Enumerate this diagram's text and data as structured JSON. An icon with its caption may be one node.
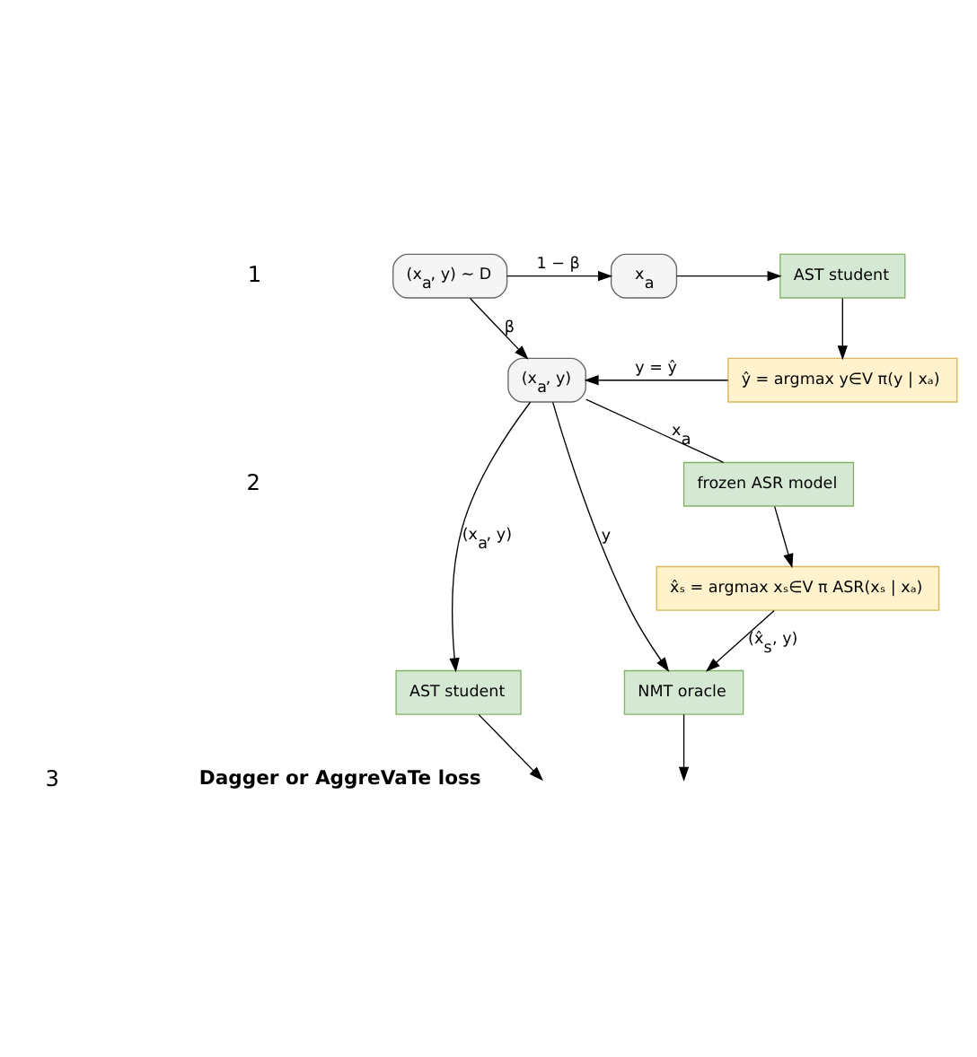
{
  "diagram": {
    "nodes": [
      {
        "text": [
          "(x$_{a}$, y) ∼ D"
        ]
      },
      {
        "text": [
          "x$_{a}$"
        ]
      },
      {
        "text": [
          "AST student"
        ]
      },
      {
        "text": [
          "ŷ = argmax y∈V π(y | xₐ)"
        ]
      },
      {
        "text": [
          "(x$_{a}$, y)"
        ]
      },
      {
        "text": [
          "frozen ASR model"
        ]
      },
      {
        "text": [
          "x̂ₛ = argmax xₛ∈V π ASR(xₛ | xₐ)"
        ]
      },
      {
        "text": [
          "AST student"
        ]
      },
      {
        "text": [
          "NMT oracle"
        ]
      }
    ],
    "edges": [
      {
        "from": 0,
        "to": 1,
        "arrow": "to",
        "label": "1 − β"
      },
      {
        "from": 1,
        "to": 2,
        "arrow": "to"
      },
      {
        "from": 2,
        "to": 3,
        "arrow": "to"
      },
      {
        "from": 3,
        "to": 4,
        "arrow": "to",
        "label": "y = ŷ"
      },
      {
        "from": 0,
        "to": 4,
        "arrow": "to",
        "label": "β"
      },
      {
        "from": 4,
        "to": 7,
        "arrow": "to",
        "label": "(x$_{a}$, y)"
      },
      {
        "from": 4,
        "to": 5,
        "arrow": "none",
        "label": "x$_{a}$"
      },
      {
        "from": 4,
        "to": 8,
        "arrow": "to",
        "label": "y"
      },
      {
        "from": 5,
        "to": 6,
        "arrow": "to"
      },
      {
        "from": 6,
        "to": 8,
        "arrow": "to",
        "label": "(x̂$_{s}$, y)"
      },
      {
        "from": 7,
        "to": null,
        "arrow": "to"
      },
      {
        "from": 8,
        "to": null,
        "arrow": "to"
      }
    ],
    "labels": [
      "1",
      "2",
      "3",
      "Dagger or AggreVaTe loss"
    ]
  }
}
